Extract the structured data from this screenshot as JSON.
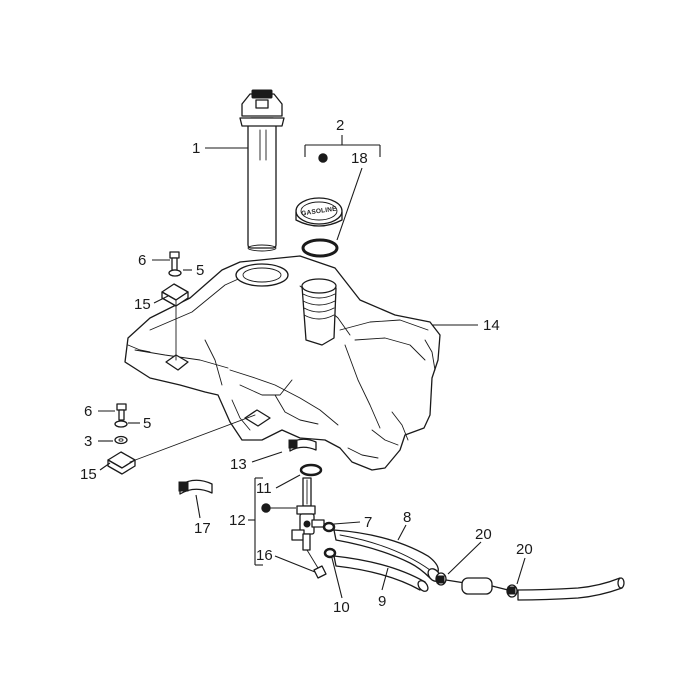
{
  "callouts": {
    "c1": "1",
    "c2": "2",
    "c18": "18",
    "c6a": "6",
    "c5a": "5",
    "c15a": "15",
    "c14": "14",
    "c6b": "6",
    "c5b": "5",
    "c3": "3",
    "c15b": "15",
    "c13": "13",
    "c11": "11",
    "c12": "12",
    "c16": "16",
    "c17": "17",
    "c7": "7",
    "c8": "8",
    "c9": "9",
    "c10": "10",
    "c20a": "20",
    "c20b": "20"
  },
  "cap_text": "GASOLINE"
}
